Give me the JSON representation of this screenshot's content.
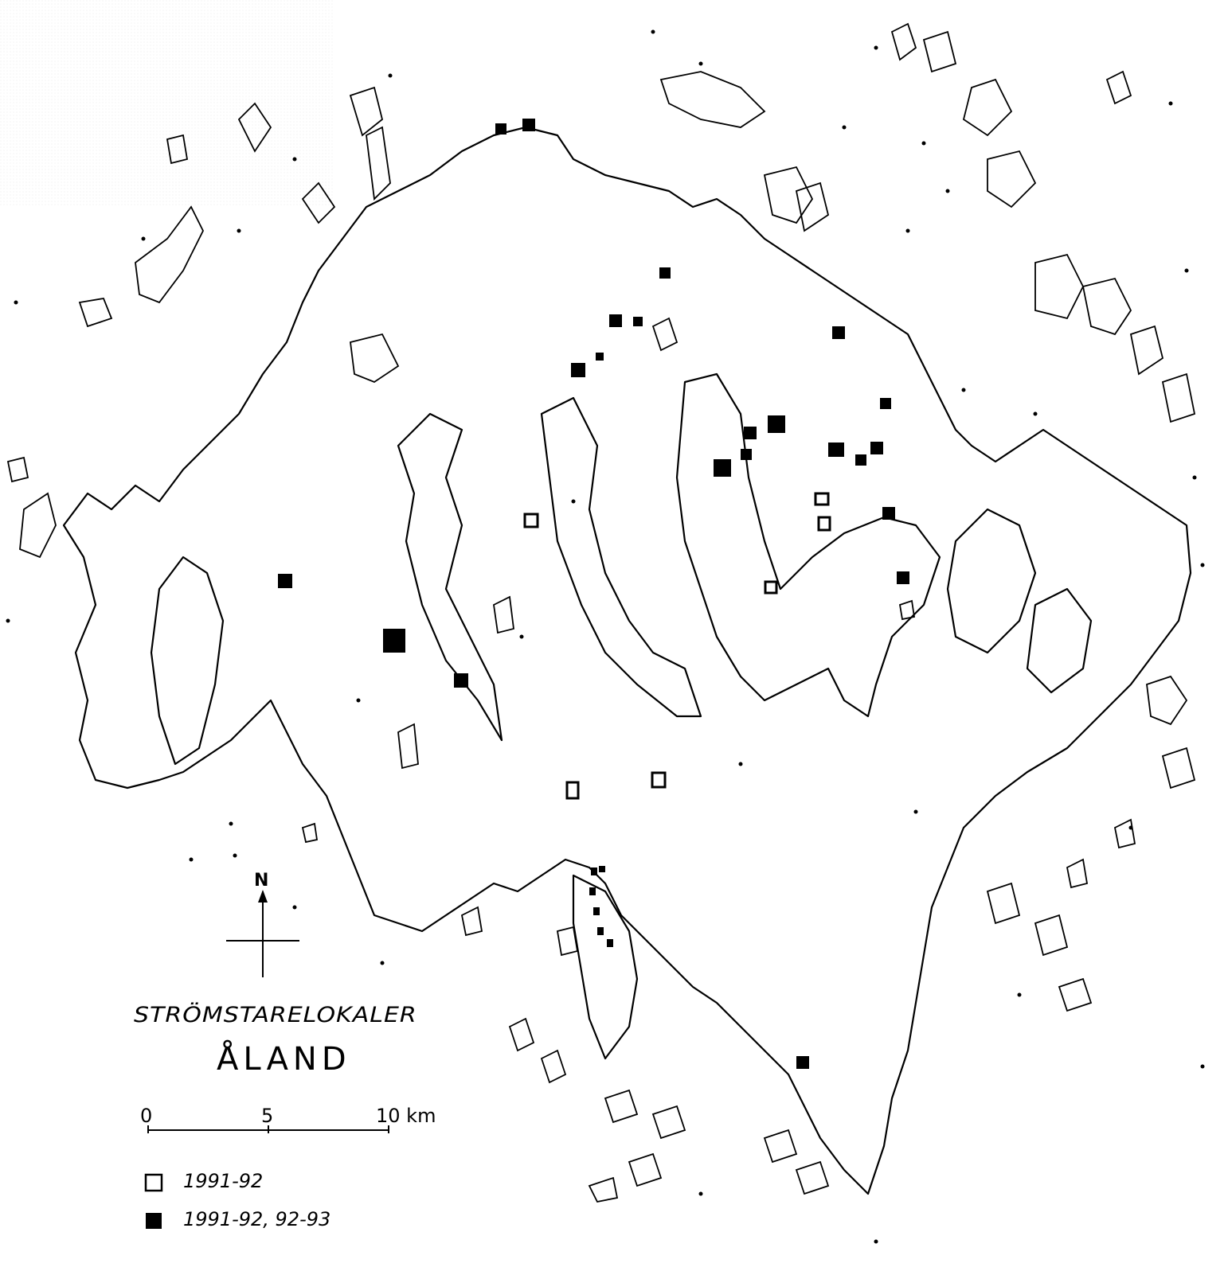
{
  "map": {
    "title": "STRÖMSTARELOKALER",
    "subtitle": "ÅLAND",
    "north_label": "N",
    "scale_labels": [
      "0",
      "5",
      "10 km"
    ],
    "legend": [
      {
        "label": "1991-92",
        "symbol": "open-square"
      },
      {
        "label": "1991-92, 92-93",
        "symbol": "filled-square"
      }
    ],
    "colors": {
      "ink": "#000000",
      "paper": "#ffffff"
    }
  }
}
